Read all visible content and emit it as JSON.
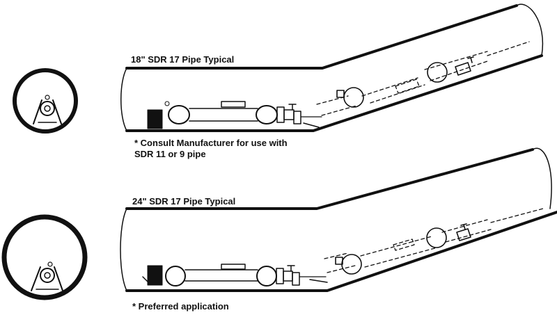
{
  "colors": {
    "ink": "#111111",
    "background": "#ffffff"
  },
  "diagrams": [
    {
      "pipe_label": "18\" SDR 17 Pipe Typical",
      "notes": [
        "* Consult Manufacturer for use with",
        "SDR 11 or 9 pipe"
      ]
    },
    {
      "pipe_label": "24\" SDR 17 Pipe Typical",
      "notes": [
        "* Preferred application"
      ]
    }
  ]
}
